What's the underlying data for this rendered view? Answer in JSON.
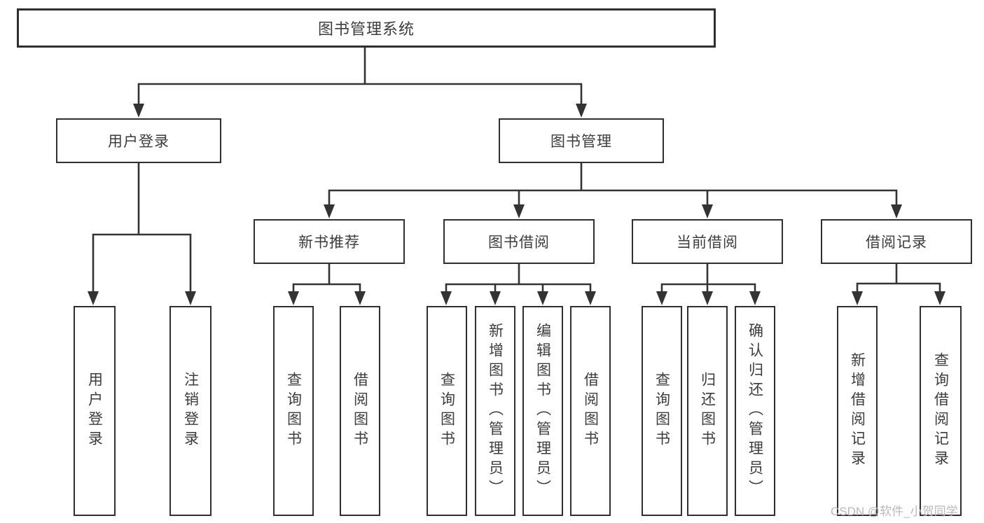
{
  "colors": {
    "line": "#333333",
    "box_border": "#2f2f2f",
    "box_fill": "#ffffff",
    "text": "#3c3c3c",
    "watermark": "#b9b9b9",
    "background": "#ffffff"
  },
  "diagram": {
    "root": "图书管理系统",
    "branches": [
      {
        "label": "用户登录",
        "leaves": [
          "用户登录",
          "注销登录"
        ]
      },
      {
        "label": "图书管理",
        "sections": [
          {
            "label": "新书推荐",
            "leaves": [
              "查询图书",
              "借阅图书"
            ]
          },
          {
            "label": "图书借阅",
            "leaves": [
              "查询图书",
              "新增图书（管理员）",
              "编辑图书（管理员）",
              "借阅图书"
            ]
          },
          {
            "label": "当前借阅",
            "leaves": [
              "查询图书",
              "归还图书",
              "确认归还（管理员）"
            ]
          },
          {
            "label": "借阅记录",
            "leaves": [
              "新增借阅记录",
              "查询借阅记录"
            ]
          }
        ]
      }
    ]
  },
  "watermark": "CSDN @软件_小贺同学"
}
